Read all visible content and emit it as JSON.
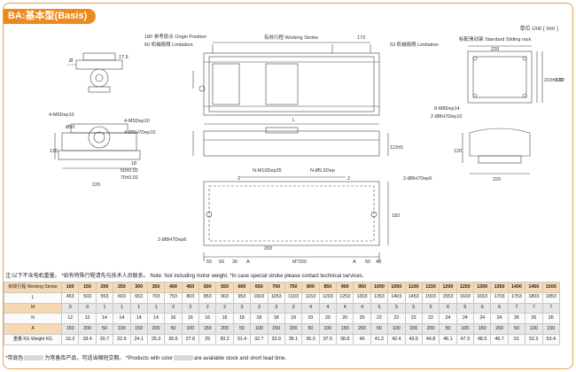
{
  "header": {
    "title": "BA:基本型(Basis)",
    "unit": "单位 Unit ( mm )"
  },
  "drawing": {
    "top_labels": {
      "origin": "180 参考原点 Origin Position",
      "limit_left": "60 机械极限 Limitation",
      "stroke": "有效行程 Working Stroke",
      "dim_173": "173",
      "limit_right": "53 机械极限 Limitation",
      "rack": "标配滑动架 Standard Sliding rack"
    },
    "left_labels": {
      "phi": "Ø",
      "dim_17_5": "17.5",
      "m6": "4-M6Dep10",
      "m5": "4-M5Dep10",
      "h7": "4-Ø8H7Dep10",
      "phi50": "Ø50",
      "dim_120": "120",
      "dim_18": "18",
      "dim_50": "50±0.02",
      "dim_70": "70±0.02",
      "dim_220": "220"
    },
    "center_labels": {
      "L": "L",
      "m10": "N-M10Dep25",
      "m5b": "N-Ø5.5Dep",
      "dim_2a": "2",
      "dim_2b": "2",
      "h7c": "2-Ø8H7Dep6",
      "dim_200": "200",
      "row_55": "55",
      "row_50a": "50",
      "row_30": "30",
      "row_ma": "A",
      "row_m200": "M*200",
      "row_A": "A",
      "row_50b": "50",
      "row_48": "48",
      "dim_182": "182",
      "dim_113": "113±5"
    },
    "right_labels": {
      "m8": "8-M8Dep14",
      "h7r": "2-Ø8H7Dep10",
      "dim_220r": "220",
      "dim_210": "210±0.02",
      "dim_220v": "220",
      "dim_120r": "120",
      "dim_220b": "220"
    }
  },
  "notes": {
    "main": "注:以下不含电机重量。 *如有特殊行程请先与技术人员联系。 Note: Not including motor weight.  *In case special stroke please contact technical services.",
    "footer_a": "*带底色",
    "footer_b": "为常备库产品，可适当缩短交期。 *Products with color",
    "footer_c": "are available stock and short lead time."
  },
  "table": {
    "header_label": "有效行程 Working Stroke",
    "strokes": [
      "100",
      "150",
      "200",
      "250",
      "300",
      "350",
      "400",
      "450",
      "500",
      "550",
      "600",
      "650",
      "700",
      "750",
      "800",
      "850",
      "900",
      "950",
      "1000",
      "1050",
      "1100",
      "1150",
      "1200",
      "1250",
      "1300",
      "1350",
      "1400",
      "1450",
      "1500"
    ],
    "stock": [
      "100",
      "150",
      "200",
      "250",
      "300",
      "350",
      "400",
      "450",
      "500",
      "550",
      "600",
      "650",
      "700",
      "750",
      "800",
      "850",
      "900",
      "950",
      "1000",
      "1050",
      "1100",
      "1150",
      "1200",
      "1250",
      "1300",
      "1350",
      "1400",
      "1450",
      "1500"
    ],
    "rows": [
      {
        "label": "L",
        "values": [
          "453",
          "503",
          "553",
          "603",
          "653",
          "703",
          "753",
          "803",
          "853",
          "903",
          "953",
          "1003",
          "1053",
          "1103",
          "1153",
          "1203",
          "1253",
          "1303",
          "1353",
          "1403",
          "1453",
          "1503",
          "1553",
          "1603",
          "1653",
          "1703",
          "1753",
          "1803",
          "1853"
        ]
      },
      {
        "label": "M",
        "values": [
          "0",
          "0",
          "1",
          "1",
          "1",
          "1",
          "2",
          "2",
          "2",
          "2",
          "3",
          "3",
          "3",
          "3",
          "4",
          "4",
          "4",
          "4",
          "5",
          "5",
          "5",
          "5",
          "6",
          "6",
          "6",
          "6",
          "7",
          "7",
          "7"
        ]
      },
      {
        "label": "N",
        "values": [
          "12",
          "12",
          "14",
          "14",
          "14",
          "14",
          "16",
          "16",
          "16",
          "16",
          "18",
          "18",
          "18",
          "18",
          "20",
          "20",
          "20",
          "20",
          "22",
          "22",
          "22",
          "22",
          "24",
          "24",
          "24",
          "24",
          "26",
          "26",
          "26"
        ]
      },
      {
        "label": "A",
        "values": [
          "150",
          "200",
          "50",
          "100",
          "150",
          "200",
          "50",
          "100",
          "150",
          "200",
          "50",
          "100",
          "150",
          "200",
          "50",
          "100",
          "150",
          "200",
          "50",
          "100",
          "150",
          "200",
          "50",
          "100",
          "150",
          "200",
          "50",
          "100",
          "150"
        ]
      },
      {
        "label": "重量 KG Weight KG",
        "values": [
          "16.2",
          "18.4",
          "20.7",
          "22.9",
          "24.1",
          "25.3",
          "26.6",
          "27.8",
          "29",
          "30.2",
          "31.4",
          "32.7",
          "33.9",
          "35.1",
          "36.3",
          "37.5",
          "38.8",
          "40",
          "41.2",
          "42.4",
          "43.6",
          "44.8",
          "46.1",
          "47.3",
          "48.5",
          "49.7",
          "51",
          "52.2",
          "53.4"
        ]
      }
    ]
  }
}
